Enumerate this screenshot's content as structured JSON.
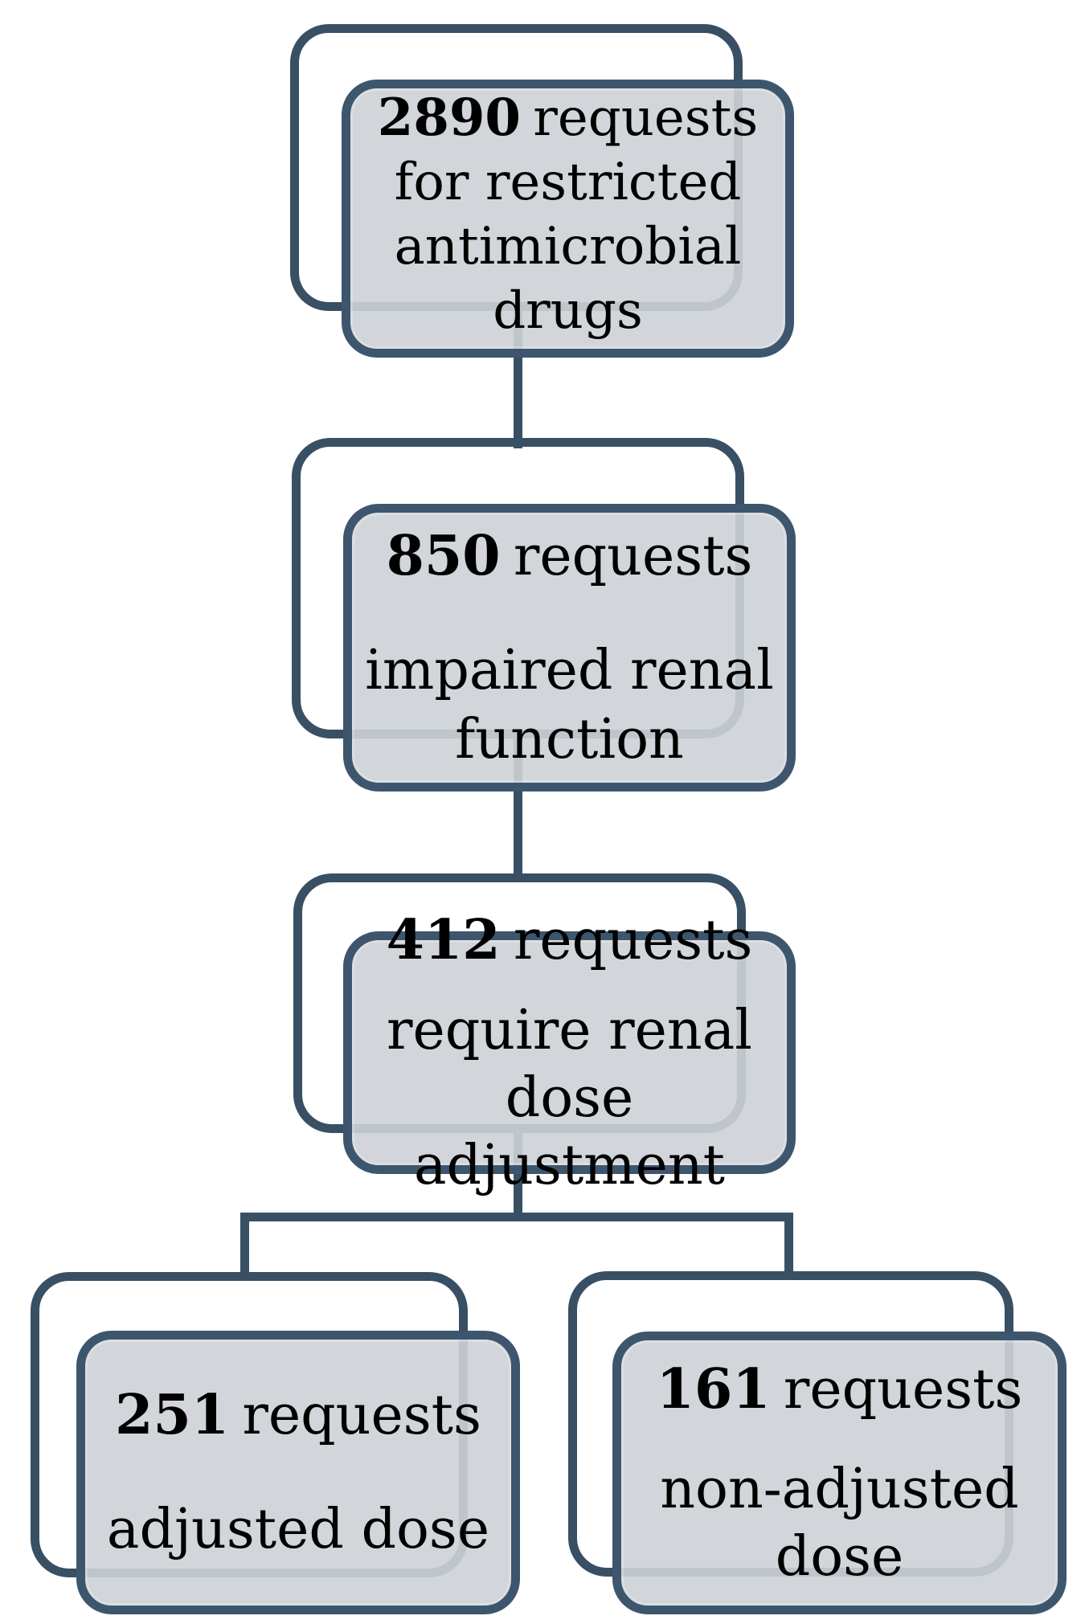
{
  "figure": {
    "type": "flowchart",
    "background": "#ffffff",
    "colors": {
      "box_border": "#394f64",
      "front_box_border": "#3d566e",
      "connector": "#394f64",
      "back_fill": "#ffffff",
      "front_fill": "rgba(205,209,214,0.90)",
      "text": "#000000"
    },
    "nodes": [
      {
        "id": "total",
        "number": "2890",
        "unit": "requests",
        "body_lines": [
          "for restricted",
          "antimicrobial",
          "drugs"
        ]
      },
      {
        "id": "impaired",
        "number": "850",
        "unit": "requests",
        "body_lines": [
          "impaired renal",
          "function"
        ]
      },
      {
        "id": "need-adjust",
        "number": "412",
        "unit": "requests",
        "body_lines": [
          "require renal",
          "dose adjustment"
        ]
      },
      {
        "id": "adjusted",
        "number": "251",
        "unit": "requests",
        "body_lines": [
          "adjusted dose"
        ]
      },
      {
        "id": "non-adjusted",
        "number": "161",
        "unit": "requests",
        "body_lines": [
          "non-adjusted",
          "dose"
        ]
      }
    ],
    "edges": [
      {
        "from": "total",
        "to": "impaired"
      },
      {
        "from": "impaired",
        "to": "need-adjust"
      },
      {
        "from": "need-adjust",
        "to": "adjusted"
      },
      {
        "from": "need-adjust",
        "to": "non-adjusted"
      }
    ]
  }
}
